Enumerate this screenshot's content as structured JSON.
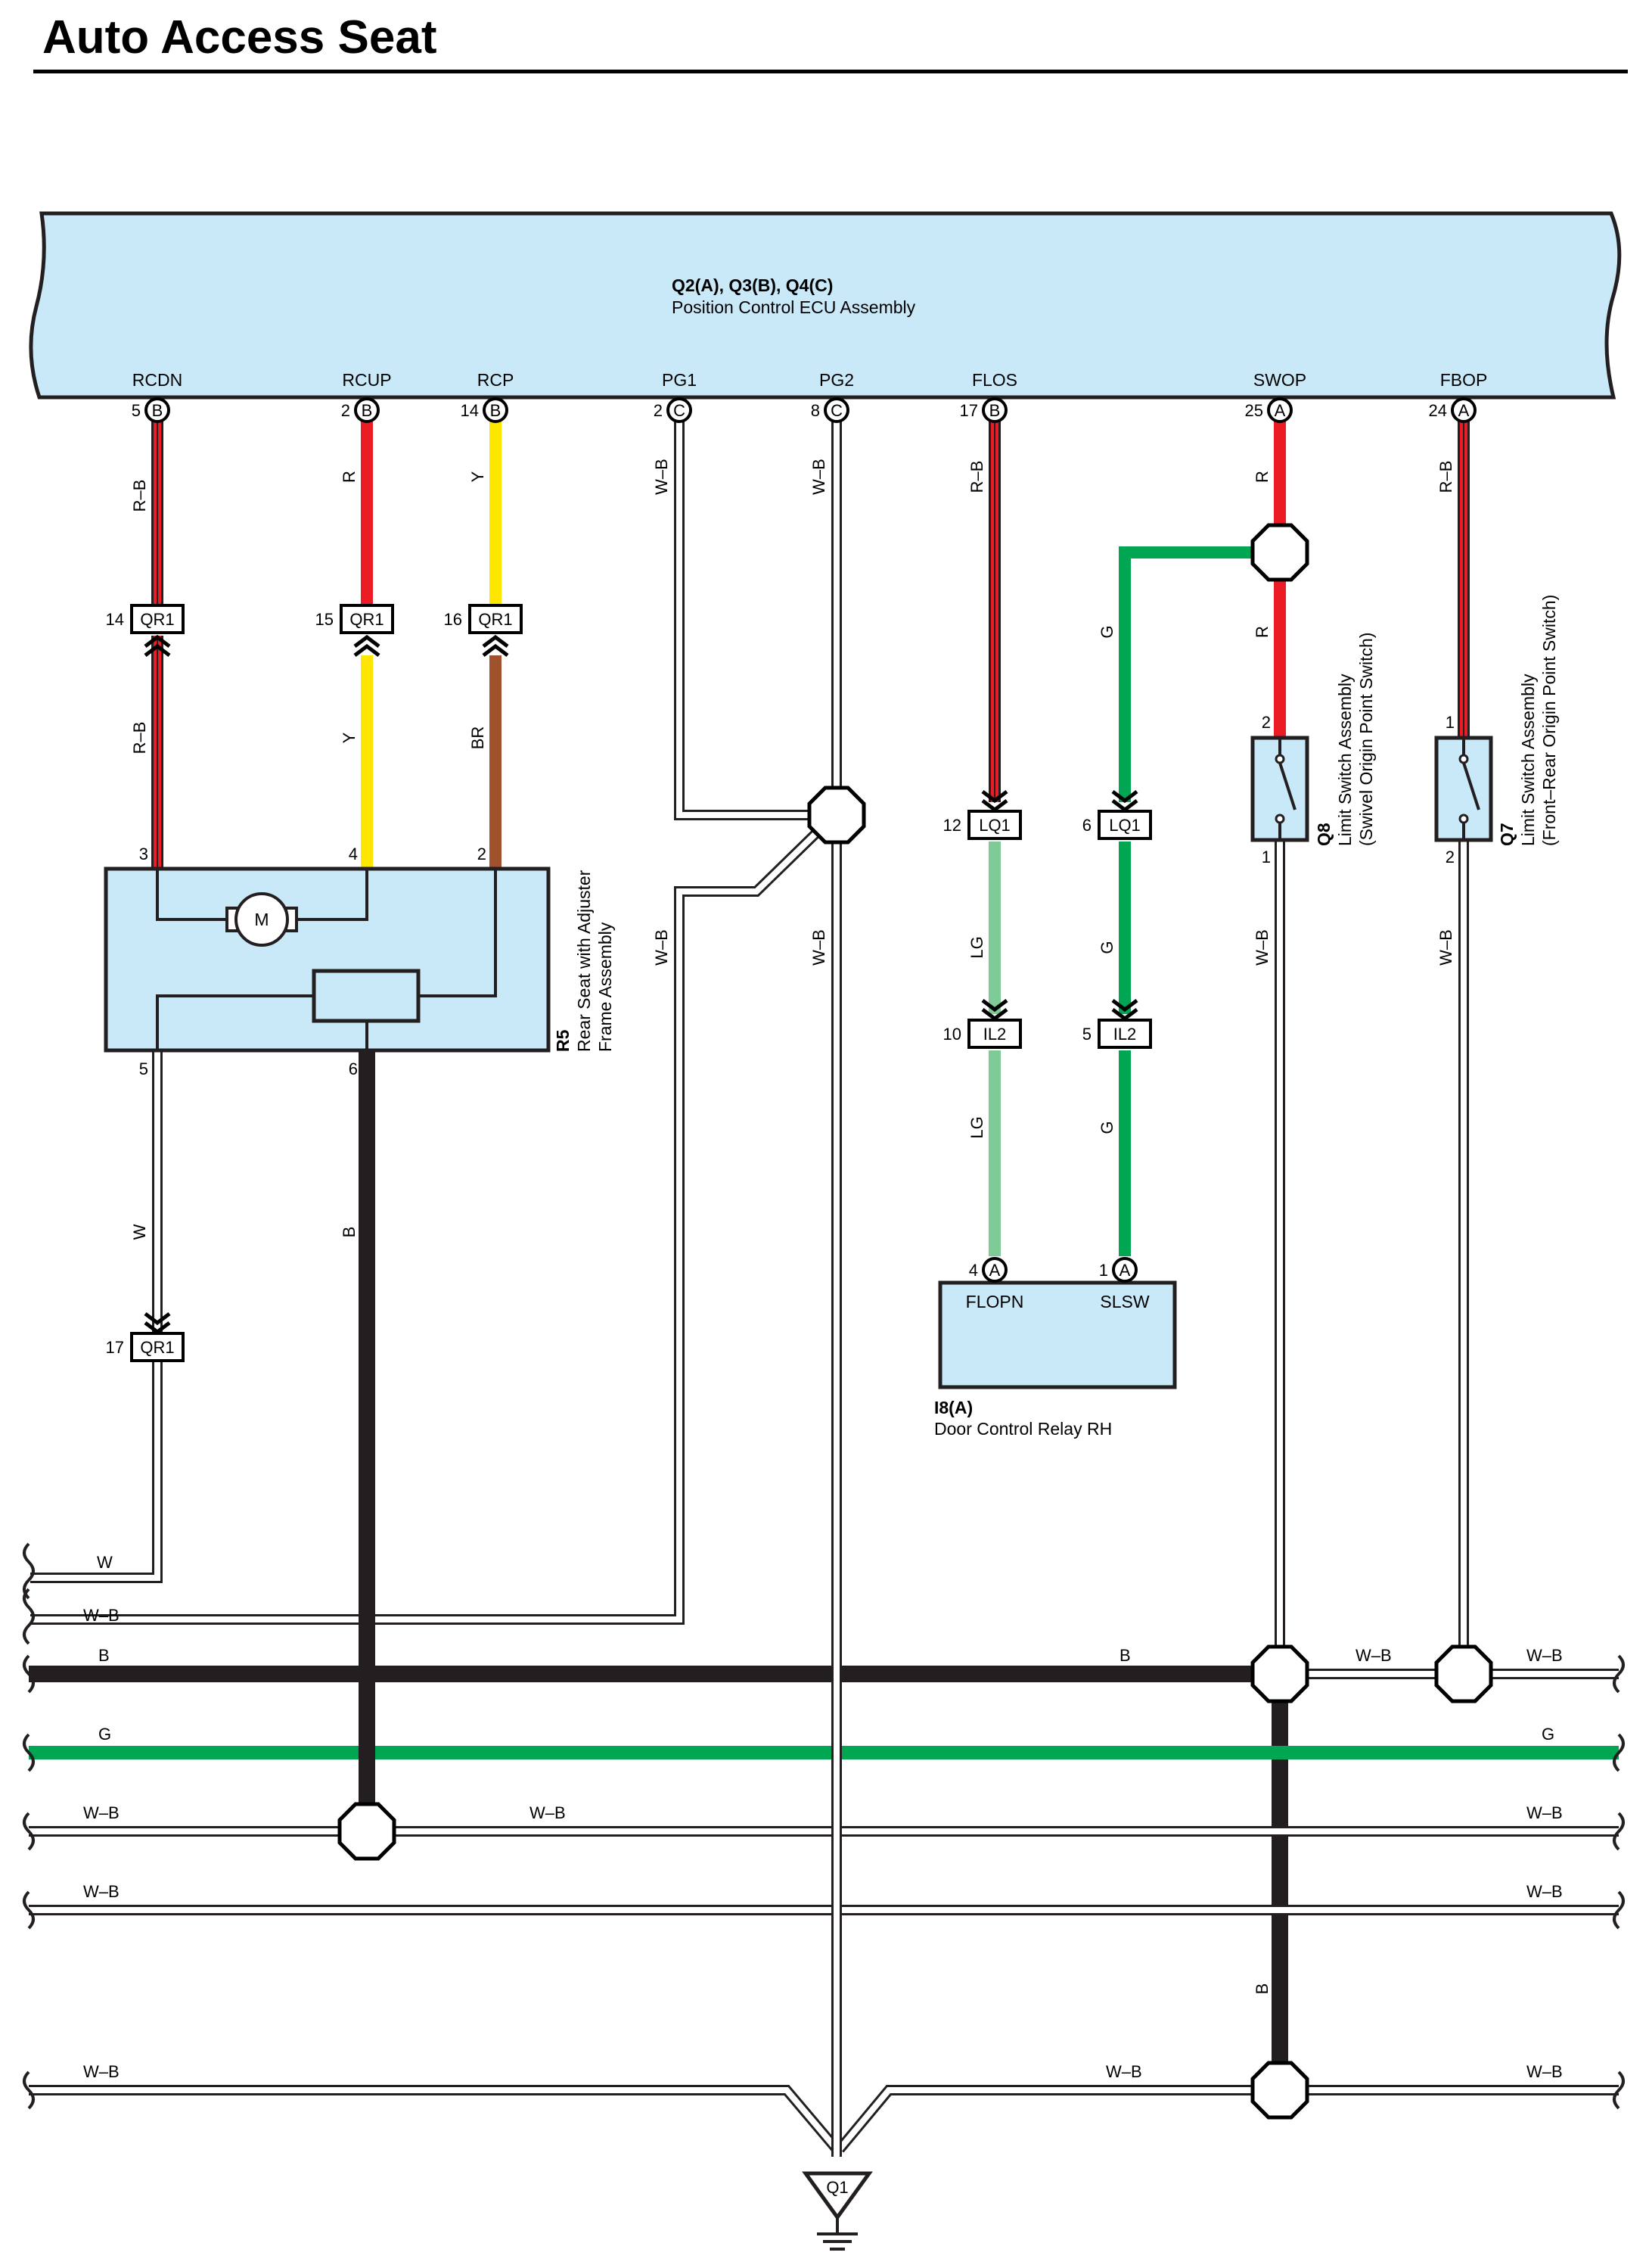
{
  "title": "Auto Access Seat",
  "ecu": {
    "id": "Q2(A), Q3(B), Q4(C)",
    "name": "Position Control ECU Assembly",
    "terminals": [
      {
        "signal": "RCDN",
        "pin": "5",
        "conn": "B"
      },
      {
        "signal": "RCUP",
        "pin": "2",
        "conn": "B"
      },
      {
        "signal": "RCP",
        "pin": "14",
        "conn": "B"
      },
      {
        "signal": "PG1",
        "pin": "2",
        "conn": "C"
      },
      {
        "signal": "PG2",
        "pin": "8",
        "conn": "C"
      },
      {
        "signal": "FLOS",
        "pin": "17",
        "conn": "B"
      },
      {
        "signal": "SWOP",
        "pin": "25",
        "conn": "A"
      },
      {
        "signal": "FBOP",
        "pin": "24",
        "conn": "A"
      }
    ]
  },
  "connectors": {
    "qr1": [
      {
        "pin": "14",
        "name": "QR1"
      },
      {
        "pin": "15",
        "name": "QR1"
      },
      {
        "pin": "16",
        "name": "QR1"
      },
      {
        "pin": "17",
        "name": "QR1"
      }
    ],
    "lq1": [
      {
        "pin": "12",
        "name": "LQ1"
      },
      {
        "pin": "6",
        "name": "LQ1"
      }
    ],
    "il2": [
      {
        "pin": "10",
        "name": "IL2"
      },
      {
        "pin": "5",
        "name": "IL2"
      }
    ]
  },
  "wire_codes": {
    "rcdn_top": "R–B",
    "rcup_top": "R",
    "rcp_top": "Y",
    "pg1": "W–B",
    "pg2": "W–B",
    "flos": "R–B",
    "swop_top": "R",
    "fbop": "R–B",
    "rcdn_bot": "R–B",
    "rcup_bot": "Y",
    "rcp_bot": "BR",
    "g_branch": "G",
    "swop_low": "R",
    "pg1_low": "W–B",
    "pg2_low": "W–B",
    "lg1": "LG",
    "g1": "G",
    "lg2": "LG",
    "g2": "G",
    "q8_low": "W–B",
    "q7_low": "W–B",
    "r5_w": "W",
    "r5_b": "B"
  },
  "r5": {
    "id": "R5",
    "name_line1": "Rear Seat with Adjuster",
    "name_line2": "Frame Assembly",
    "pins": [
      "3",
      "4",
      "2",
      "5",
      "6"
    ],
    "motor": "M"
  },
  "q8": {
    "id": "Q8",
    "name": "Limit Switch Assembly",
    "desc": "(Swivel Origin Point Switch)",
    "pins": [
      "2",
      "1"
    ]
  },
  "q7": {
    "id": "Q7",
    "name": "Limit Switch Assembly",
    "desc": "(Front–Rear Origin Point Switch)",
    "pins": [
      "1",
      "2"
    ]
  },
  "i8": {
    "id": "I8(A)",
    "name": "Door Control Relay RH",
    "terminals": [
      {
        "signal": "FLOPN",
        "pin": "4",
        "conn": "A"
      },
      {
        "signal": "SLSW",
        "pin": "1",
        "conn": "A"
      }
    ]
  },
  "bus": {
    "w": "W",
    "wb1": "W–B",
    "b_left": "B",
    "b_mid": "B",
    "wb_sw": "W–B",
    "wb_right": "W–B",
    "g_left": "G",
    "g_right": "G",
    "wb2_left": "W–B",
    "wb2_mid": "W–B",
    "wb2_right": "W–B",
    "wb3_left": "W–B",
    "wb3_right": "W–B",
    "b_vert": "B",
    "wb4_left": "W–B",
    "wb4_mid": "W–B",
    "wb4_right": "W–B"
  },
  "ground": "Q1",
  "colors": {
    "ecu_fill": "#c9e8f8",
    "red": "#ec1c24",
    "yellow": "#ffe600",
    "brown": "#a0522d",
    "green": "#00a651",
    "light_green": "#7ecb98",
    "black": "#231f20",
    "white_wire": "#ffffff"
  }
}
